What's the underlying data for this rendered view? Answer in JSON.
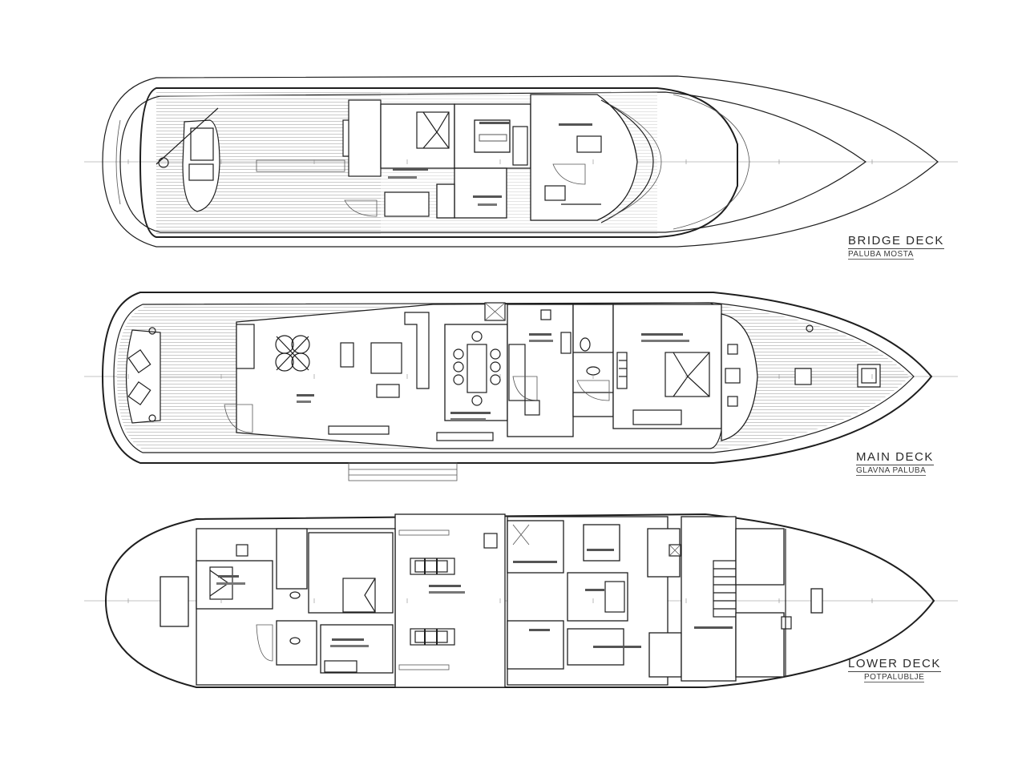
{
  "decks": [
    {
      "id": "bridge",
      "title": "BRIDGE DECK",
      "subtitle": "PALUBA MOSTA"
    },
    {
      "id": "main",
      "title": "MAIN DECK",
      "subtitle": "GLAVNA PALUBA"
    },
    {
      "id": "lower",
      "title": "LOWER DECK",
      "subtitle": "POTPALUBLJE"
    }
  ],
  "colors": {
    "line": "#1e1e1e",
    "deck_planking": "#bdbdbd",
    "axis": "#888888"
  }
}
